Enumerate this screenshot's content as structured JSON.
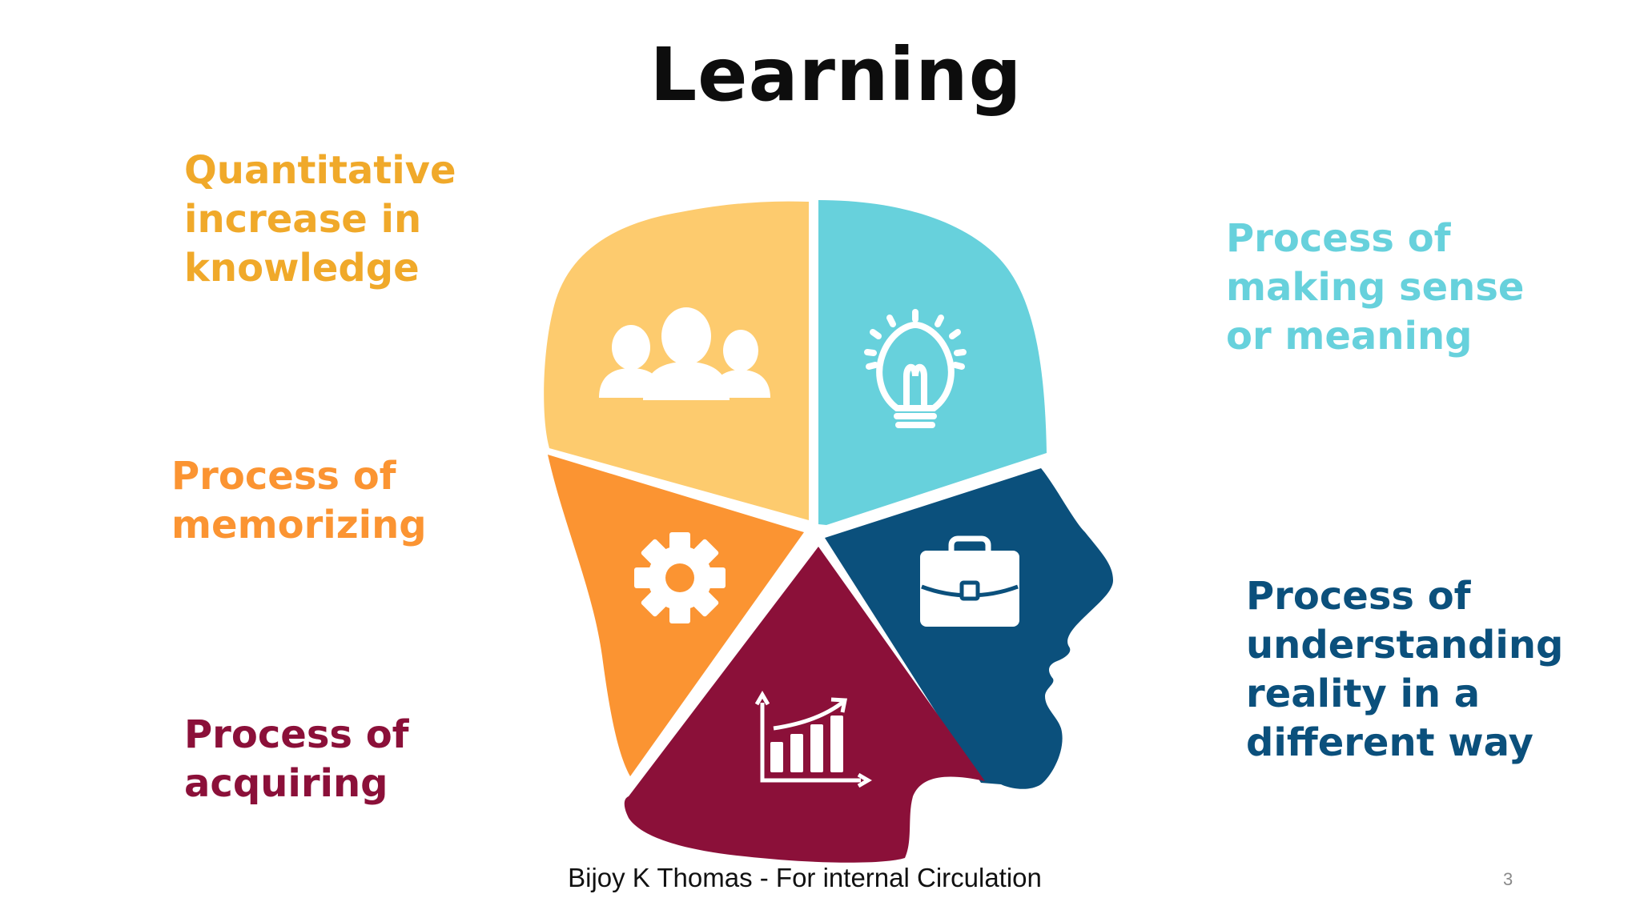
{
  "title": "Learning",
  "labels": {
    "quantitative": [
      "Quantitative",
      "increase in",
      "knowledge"
    ],
    "memorizing": [
      "Process of",
      "memorizing"
    ],
    "acquiring": [
      "Process of",
      "acquiring"
    ],
    "sense": [
      "Process of",
      "making sense",
      "or meaning"
    ],
    "understanding": [
      "Process of",
      "understanding",
      "reality in a",
      "different way"
    ]
  },
  "colors": {
    "yellow": "#FDCB6E",
    "yellow_text": "#F0A92A",
    "orange": "#FB9432",
    "maroon": "#8B1039",
    "teal": "#67D1DC",
    "navy": "#0B507C"
  },
  "icons": [
    "people-icon",
    "lightbulb-icon",
    "gear-icon",
    "briefcase-icon",
    "growth-chart-icon"
  ],
  "footer": "Bijoy K Thomas - For internal Circulation",
  "page_number": "3"
}
